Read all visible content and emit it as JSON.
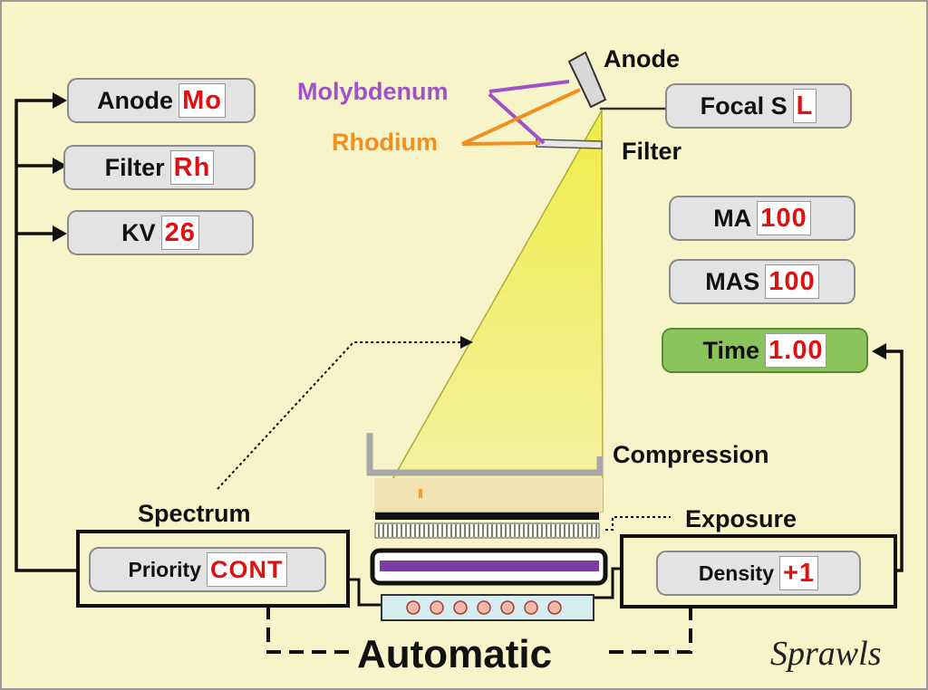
{
  "left_controls": [
    {
      "label": "Anode",
      "value": "Mo"
    },
    {
      "label": "Filter",
      "value": "Rh"
    },
    {
      "label": "KV",
      "value": "26"
    }
  ],
  "focal_spot": {
    "label": "Focal S",
    "value": "L"
  },
  "right_controls": [
    {
      "label": "MA",
      "value": "100"
    },
    {
      "label": "MAS",
      "value": "100"
    }
  ],
  "time_control": {
    "label": "Time",
    "value": "1.00"
  },
  "priority_control": {
    "label": "Priority",
    "value": "CONT"
  },
  "density_control": {
    "label": "Density",
    "value": "+1"
  },
  "labels": {
    "anode": "Anode",
    "filter": "Filter",
    "molybdenum": "Molybdenum",
    "rhodium": "Rhodium",
    "compression": "Compression",
    "spectrum": "Spectrum",
    "exposure": "Exposure",
    "automatic": "Automatic",
    "signature": "Sprawls"
  },
  "colors": {
    "background": "#f6f4c8",
    "beam": "#f0ec5a",
    "molybdenum": "#a050c8",
    "rhodium": "#f09020",
    "value_text": "#e01010",
    "time_box": "#8cc45c"
  }
}
